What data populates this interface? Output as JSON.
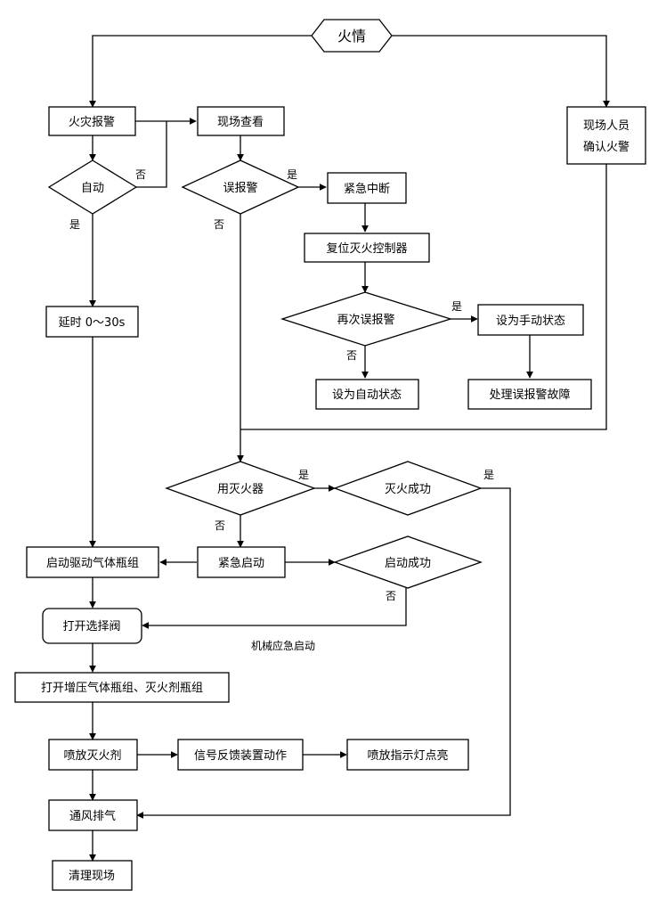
{
  "nodes": {
    "fire": {
      "text": "火情"
    },
    "fire_alarm": {
      "text": "火灾报警"
    },
    "site_check": {
      "text": "现场查看"
    },
    "personnel_line1": {
      "text": "现场人员"
    },
    "personnel_line2": {
      "text": "确认火警"
    },
    "auto": {
      "text": "自动"
    },
    "false_alarm": {
      "text": "误报警"
    },
    "emergency_stop": {
      "text": "紧急中断"
    },
    "reset": {
      "text": "复位灭火控制器"
    },
    "false_again": {
      "text": "再次误报警"
    },
    "set_manual": {
      "text": "设为手动状态"
    },
    "set_auto": {
      "text": "设为自动状态"
    },
    "handle_fault": {
      "text": "处理误报警故障"
    },
    "delay": {
      "text": "延时 0～30s"
    },
    "extinguisher": {
      "text": "用灭火器"
    },
    "ext_success": {
      "text": "灭火成功"
    },
    "start_cylinders": {
      "text": "启动驱动气体瓶组"
    },
    "emergency_start": {
      "text": "紧急启动"
    },
    "start_success": {
      "text": "启动成功"
    },
    "open_valve": {
      "text": "打开选择阀"
    },
    "open_pressure": {
      "text": "打开增压气体瓶组、灭火剂瓶组"
    },
    "spray": {
      "text": "喷放灭火剂"
    },
    "signal_feedback": {
      "text": "信号反馈装置动作"
    },
    "indicator": {
      "text": "喷放指示灯点亮"
    },
    "ventilate": {
      "text": "通风排气"
    },
    "clean": {
      "text": "清理现场"
    }
  },
  "edge_labels": {
    "auto_no": "否",
    "auto_yes": "是",
    "false_yes": "是",
    "false_no": "否",
    "again_yes": "是",
    "again_no": "否",
    "ext_yes": "是",
    "ext_no": "否",
    "success_yes": "是",
    "start_no": "否",
    "mechanical": "机械应急启动"
  }
}
